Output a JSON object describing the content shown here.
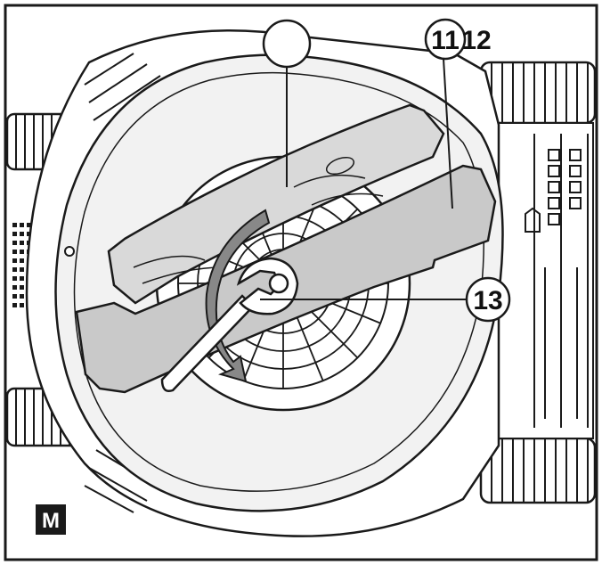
{
  "callouts": {
    "c1": "",
    "c11": "11",
    "c12": "12",
    "c13": "13"
  },
  "panel_label": "M",
  "colors": {
    "line": "#1a1a1a",
    "blade": "#c9c9c9",
    "blade_top": "#d9d9d9",
    "deck": "#f2f2f2",
    "background": "#ffffff"
  },
  "icons": {
    "wrench": "wrench-icon",
    "rotation": "rotation-arrow-icon"
  }
}
